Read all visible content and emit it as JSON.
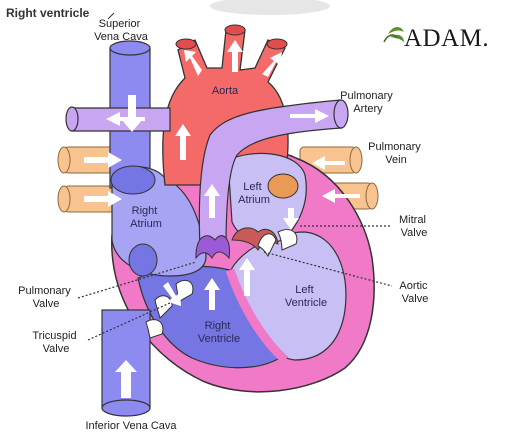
{
  "header": {
    "cut_label": "Right ventricle"
  },
  "brand": {
    "logo_text": "ADAM.",
    "logo_icon": "adam-leaf-icon"
  },
  "labels": {
    "superior_vena_cava": [
      "Superior",
      "Vena Cava"
    ],
    "aorta": "Aorta",
    "pulmonary_artery": [
      "Pulmonary",
      "Artery"
    ],
    "pulmonary_vein": [
      "Pulmonary",
      "Vein"
    ],
    "left_atrium": [
      "Left",
      "Atrium"
    ],
    "right_atrium": [
      "Right",
      "Atrium"
    ],
    "mitral_valve": [
      "Mitral",
      "Valve"
    ],
    "pulmonary_valve": [
      "Pulmonary",
      "Valve"
    ],
    "aortic_valve": [
      "Aortic",
      "Valve"
    ],
    "left_ventricle": [
      "Left",
      "Ventricle"
    ],
    "right_ventricle": [
      "Right",
      "Ventricle"
    ],
    "tricuspid_valve": [
      "Tricuspid",
      "Valve"
    ],
    "inferior_vena_cava": "Inferior Vena Cava"
  },
  "colors": {
    "deoxygenated_blue": "#8d8af0",
    "oxygenated_red": "#f46a69",
    "pulmonary_artery_purple": "#c9a6f2",
    "pulmonary_vein_orange": "#f8c38e",
    "heart_wall_pink": "#f07ac8",
    "left_chamber_lavender": "#c8bff4",
    "right_chamber_blue": "#a7a4f3"
  }
}
